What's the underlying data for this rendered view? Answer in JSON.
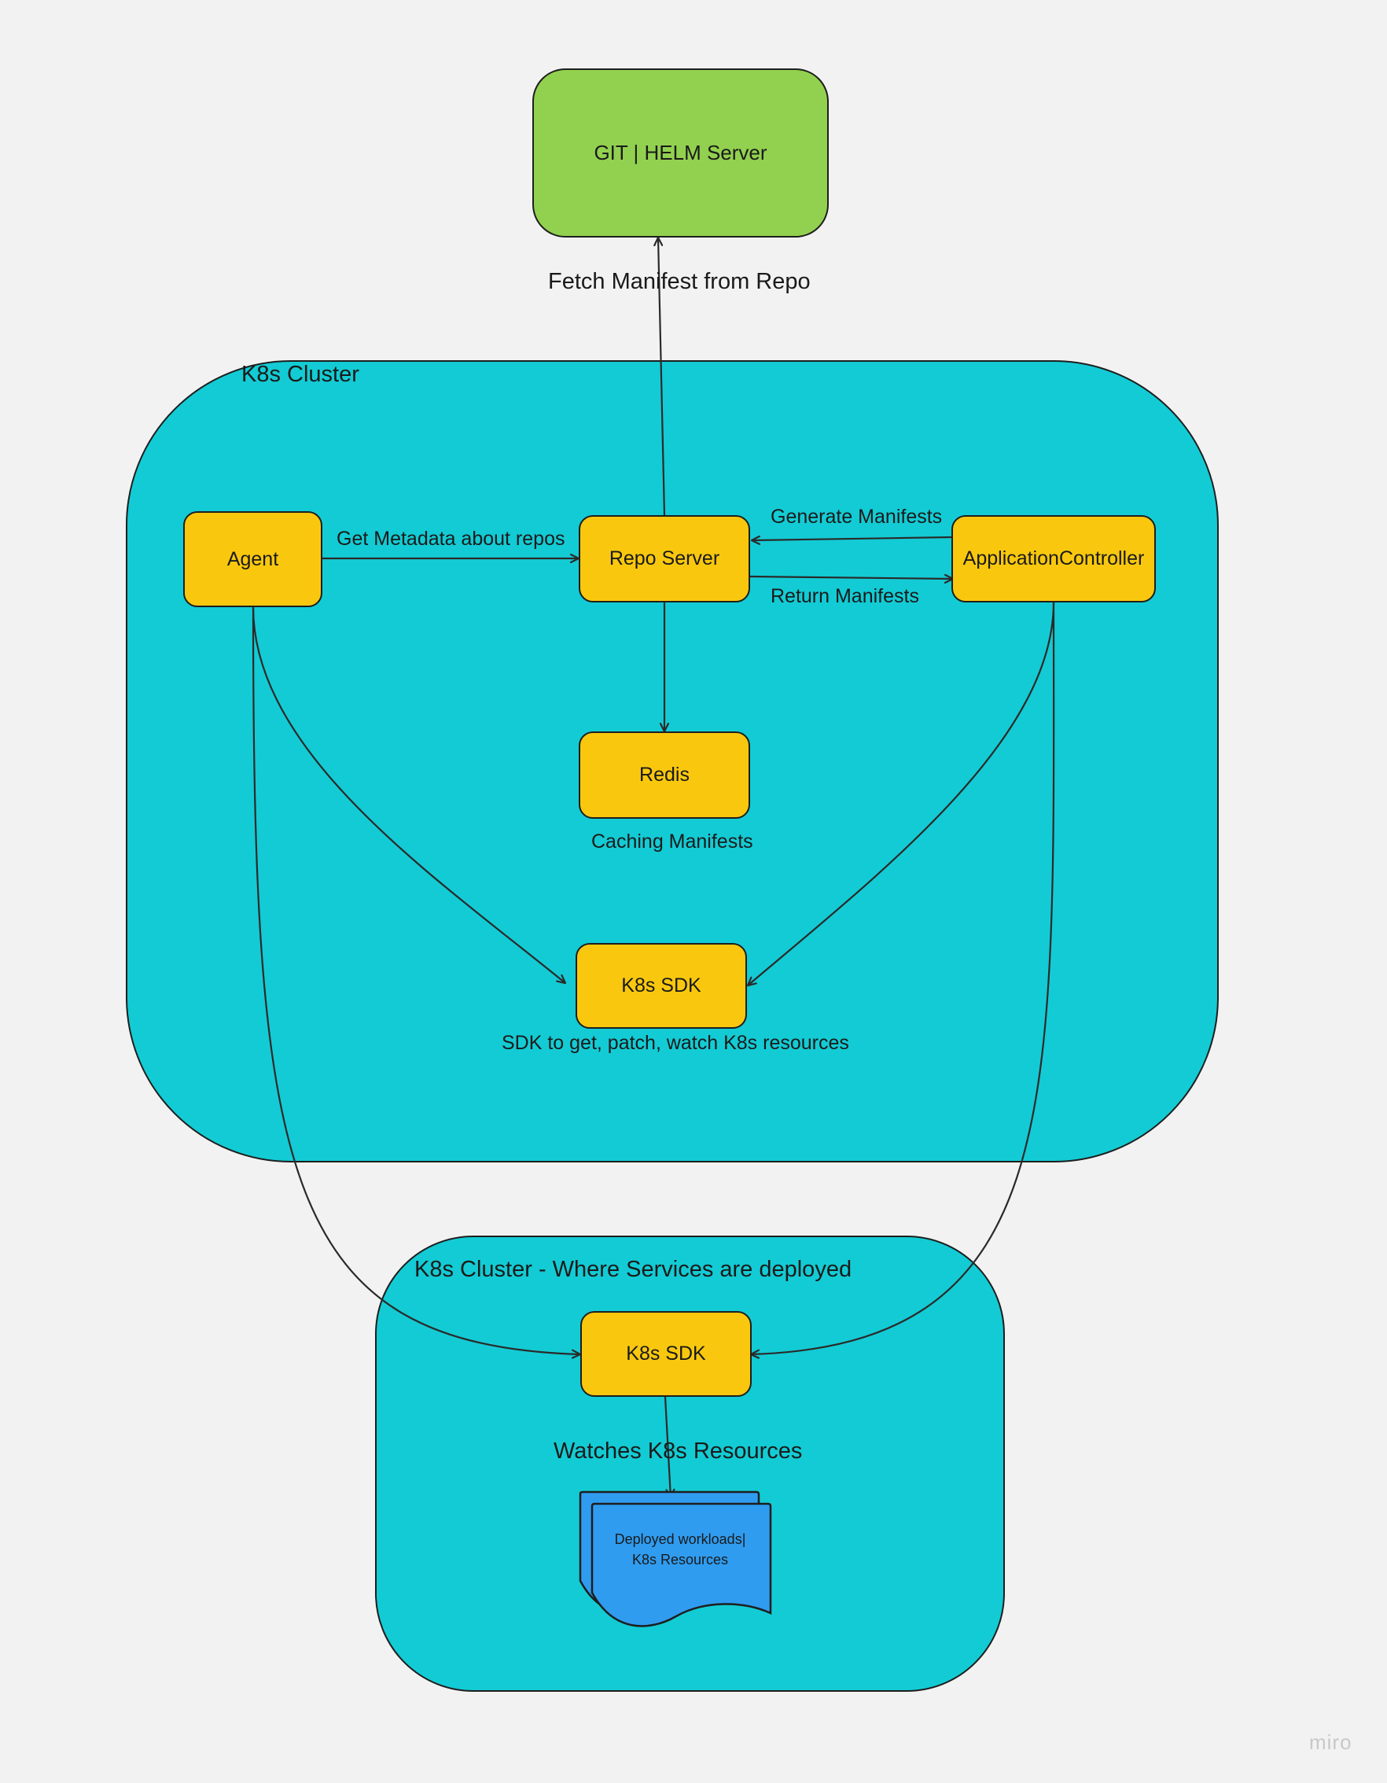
{
  "clusters": {
    "main_label": "K8s Cluster",
    "deploy_label": "K8s Cluster - Where Services are deployed"
  },
  "nodes": {
    "git": "GIT | HELM Server",
    "agent": "Agent",
    "repo_server": "Repo Server",
    "app_controller": "ApplicationController",
    "redis": "Redis",
    "sdk_main": "K8s SDK",
    "sdk_deploy": "K8s SDK",
    "workloads_line1": "Deployed workloads|",
    "workloads_line2": "K8s Resources"
  },
  "edge_labels": {
    "fetch": "Fetch Manifest from Repo",
    "get_metadata": "Get Metadata about repos",
    "generate": "Generate Manifests",
    "return": "Return Manifests",
    "caching": "Caching Manifests",
    "sdk_desc": "SDK to get, patch, watch K8s resources",
    "watches": "Watches K8s Resources"
  },
  "watermark": "miro",
  "colors": {
    "background": "#f2f2f2",
    "cluster": "#13cbd4",
    "node": "#f9c80e",
    "git_node": "#92d14f",
    "document": "#2f9cf0",
    "stroke": "#1e1e1e"
  }
}
